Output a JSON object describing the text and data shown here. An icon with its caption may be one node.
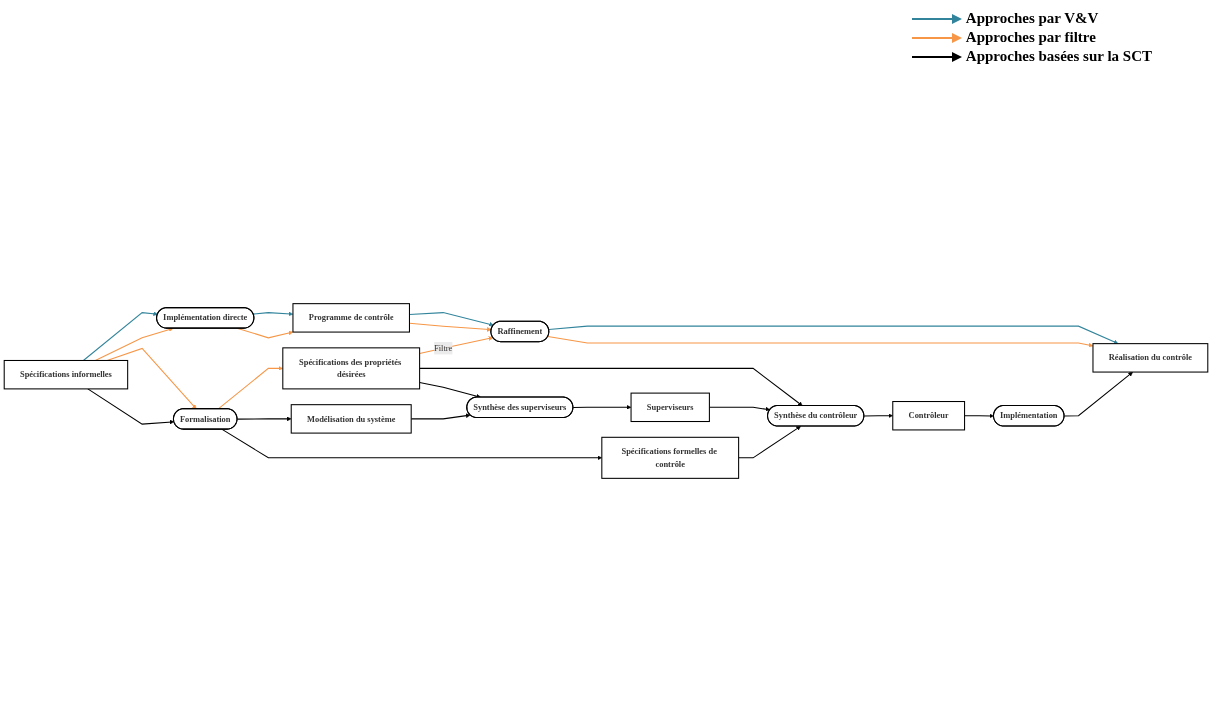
{
  "diagram": {
    "nodes": [
      {
        "text": [
          "Spécifications informelles"
        ]
      },
      {
        "text": [
          "Implémentation directe"
        ]
      },
      {
        "text": [
          "Programme de contrôle"
        ]
      },
      {
        "text": [
          "Raffinement"
        ]
      },
      {
        "text": [
          "Spécifications des propriétés désirées"
        ]
      },
      {
        "text": [
          "Synthèse des superviseurs"
        ]
      },
      {
        "text": [
          "Superviseurs"
        ]
      },
      {
        "text": [
          "Réalisation du contrôle"
        ]
      },
      {
        "text": [
          "Formalisation"
        ]
      },
      {
        "text": [
          "Modélisation du système"
        ]
      },
      {
        "text": [
          "Synthèse du contrôleur"
        ]
      },
      {
        "text": [
          "Spécifications formelles de contrôle"
        ]
      },
      {
        "text": [
          "Contrôleur"
        ]
      },
      {
        "text": [
          "Implémentation"
        ]
      }
    ],
    "edges": [
      {
        "from": 0,
        "to": 1,
        "arrow": "to",
        "color": "#31849b"
      },
      {
        "from": 0,
        "to": 1,
        "arrow": "to",
        "color": "#f79646"
      },
      {
        "from": 1,
        "to": 2,
        "arrow": "to",
        "color": "#31849b"
      },
      {
        "from": 1,
        "to": 2,
        "arrow": "to",
        "color": "#f79646"
      },
      {
        "from": 2,
        "to": 3,
        "arrow": "to",
        "color": "#31849b"
      },
      {
        "from": 2,
        "to": 3,
        "arrow": "to",
        "color": "#f79646"
      },
      {
        "from": 3,
        "to": 7,
        "arrow": "to",
        "color": "#31849b"
      },
      {
        "from": 3,
        "to": 7,
        "arrow": "to",
        "color": "#f79646"
      },
      {
        "from": 0,
        "to": 8,
        "arrow": "to",
        "color": "#f79646"
      },
      {
        "from": 0,
        "to": 8,
        "arrow": "to"
      },
      {
        "from": 8,
        "to": 4,
        "arrow": "to",
        "color": "#f79646"
      },
      {
        "from": 4,
        "to": 3,
        "arrow": "to",
        "label": "Filtre",
        "color": "#f79646"
      },
      {
        "from": 8,
        "to": 9,
        "arrow": "to"
      },
      {
        "from": 8,
        "to": 11,
        "arrow": "to"
      },
      {
        "from": 4,
        "to": 5,
        "arrow": "to"
      },
      {
        "from": 4,
        "to": 10,
        "arrow": "to"
      },
      {
        "from": 9,
        "to": 5,
        "arrow": "to"
      },
      {
        "from": 5,
        "to": 6,
        "arrow": "to"
      },
      {
        "from": 6,
        "to": 10,
        "arrow": "to"
      },
      {
        "from": 11,
        "to": 10,
        "arrow": "to"
      },
      {
        "from": 10,
        "to": 12,
        "arrow": "to"
      },
      {
        "from": 12,
        "to": 13,
        "arrow": "to"
      },
      {
        "from": 13,
        "to": 7,
        "arrow": "to"
      }
    ],
    "legend": [
      {
        "text": "Approches par V&V",
        "color": "#31849b"
      },
      {
        "text": "Approches par filtre",
        "color": "#f79646"
      },
      {
        "text": "Approches basées sur la SCT",
        "color": "#000000"
      }
    ]
  }
}
